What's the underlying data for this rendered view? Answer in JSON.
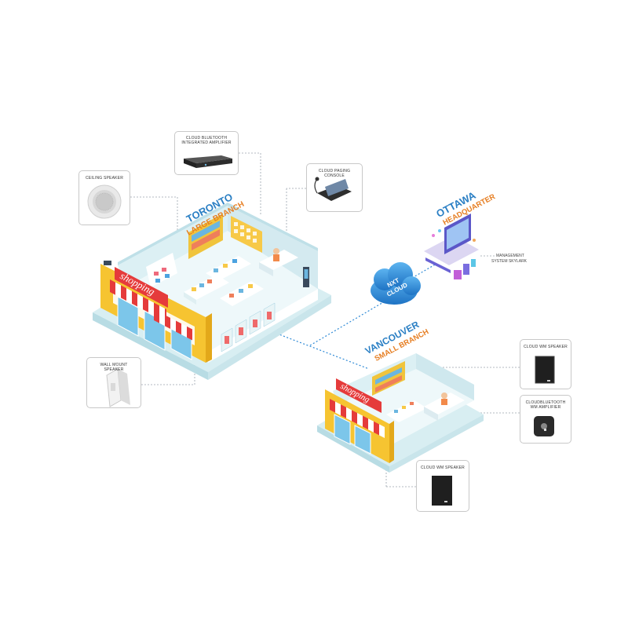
{
  "locations": {
    "toronto": {
      "city": "TORONTO",
      "branch": "LARGE BRANCH"
    },
    "ottawa": {
      "city": "OTTAWA",
      "branch": "HEADQUARTER"
    },
    "vancouver": {
      "city": "VANCOUVER",
      "branch": "SMALL BRANCH"
    }
  },
  "cloud": {
    "line1": "NXT",
    "line2": "CLOUD"
  },
  "devices": {
    "ceiling_speaker": "CEILING SPEAKER",
    "cloud_amp": "CLOUD BLUETOOTH INTEGRATED AMPLIFIER",
    "paging_console": "CLOUD PAGING CONSOLE",
    "wall_mount_speaker": "WALL MOUNT SPEAKER",
    "cloud_wm_speaker_right": "CLOUD WM SPEAKER",
    "cloud_bt_wm_amp": "CLOUDBLUETOOTH WM AMPLIFIER",
    "cloud_wm_speaker_bottom": "CLOUD WM SPEAKER",
    "management_system": "MANAGEMENT SYSTEM SKYLARK"
  },
  "store_sign": "shopping",
  "colors": {
    "city": "#2a7fc4",
    "branch": "#e67e22",
    "floor": "#eaf6f8",
    "wall": "#d6eef2",
    "awning_red": "#e53b3b",
    "storefront": "#f6c431",
    "cloud": "#2f8ad6",
    "connector": "#2f8ad6"
  }
}
